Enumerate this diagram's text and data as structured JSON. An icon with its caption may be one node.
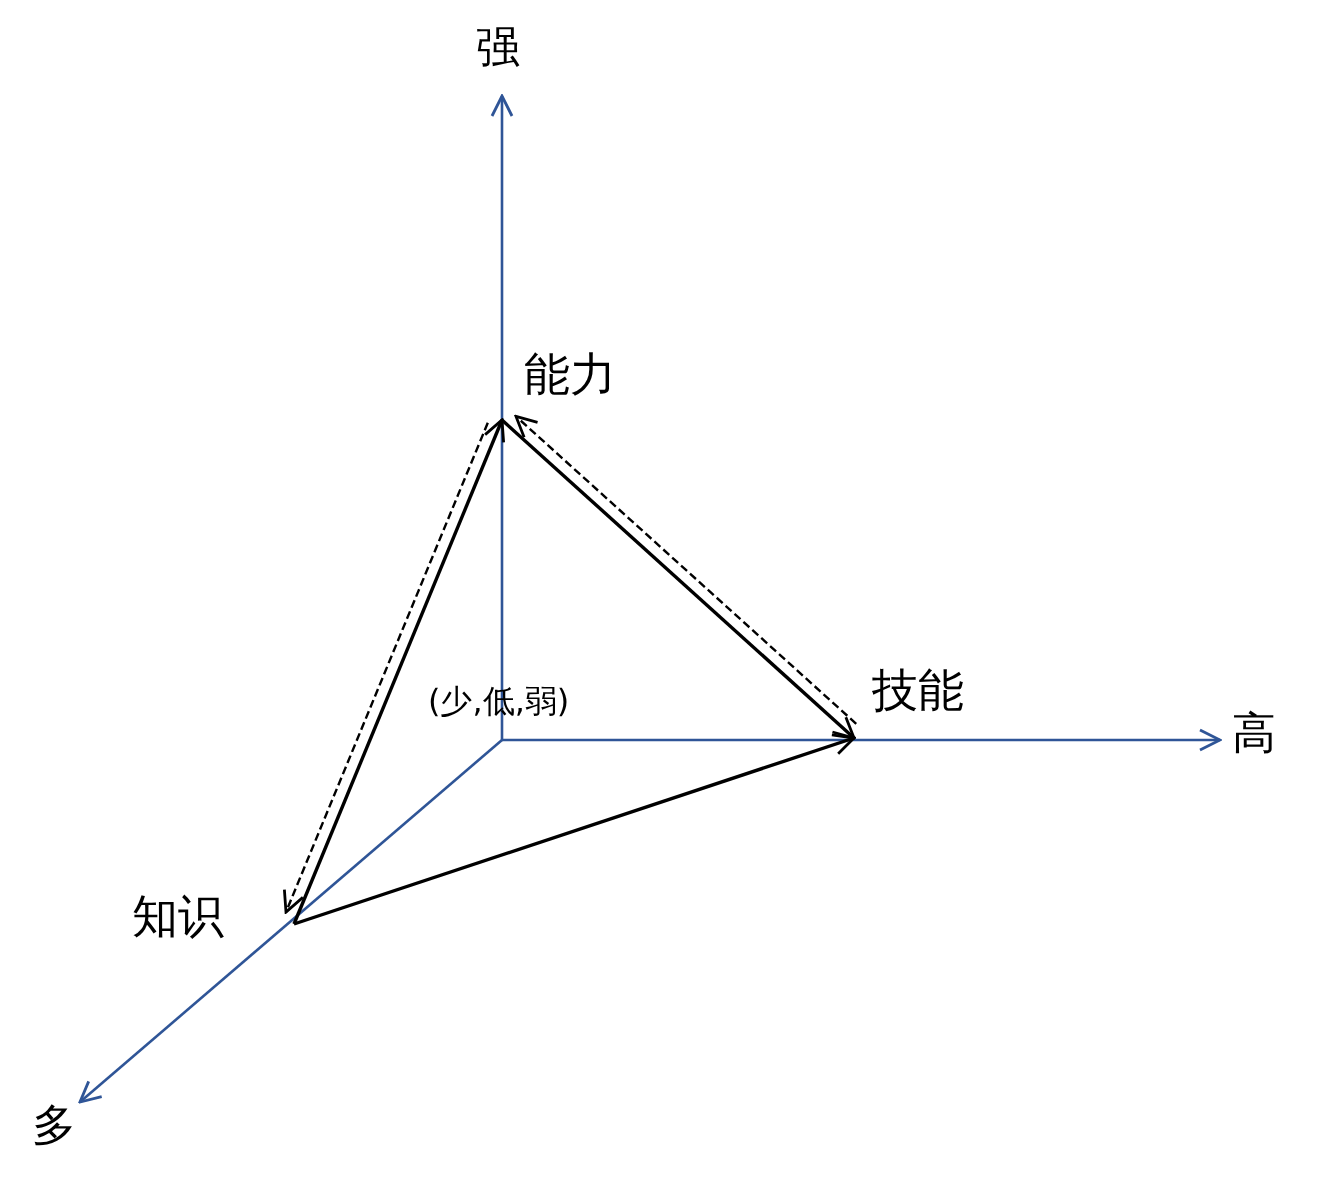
{
  "diagram": {
    "nodes": [
      {
        "text": [
          "能力"
        ]
      },
      {
        "text": [
          "技能"
        ]
      },
      {
        "text": [
          "知识"
        ]
      }
    ],
    "edges": [
      {
        "from": 2,
        "to": 0,
        "arrow": "to"
      },
      {
        "from": 0,
        "to": 2,
        "arrow": "to",
        "style": "dashed"
      },
      {
        "from": 0,
        "to": 1,
        "arrow": "to"
      },
      {
        "from": 1,
        "to": 0,
        "arrow": "to",
        "style": "dashed"
      },
      {
        "from": 2,
        "to": 1,
        "arrow": "to"
      }
    ],
    "labels": [
      "强",
      "高",
      "多",
      "(少,低,弱)"
    ]
  }
}
